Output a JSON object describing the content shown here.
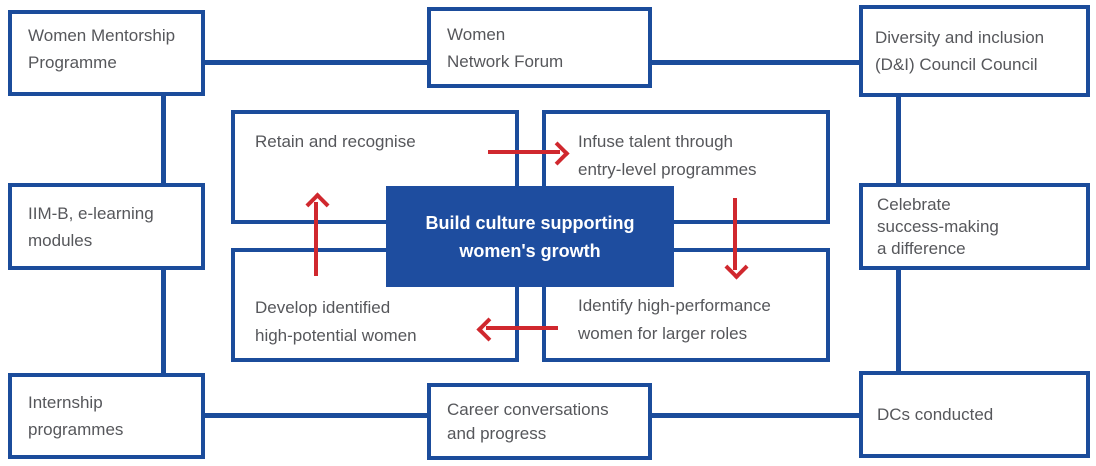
{
  "diagram": {
    "center_label": "Build culture supporting\nwomen's growth",
    "cycle": {
      "top_left": "Retain and recognise",
      "top_right": "Infuse talent through\nentry-level programmes",
      "bottom_right": "Identify high-performance\nwomen for larger roles",
      "bottom_left": "Develop identified\nhigh-potential women"
    },
    "outer": {
      "top_left": "Women Mentorship\nProgramme",
      "top_center": "Women\nNetwork Forum",
      "top_right": "Diversity and inclusion\n(D&I) Council Council",
      "mid_left": "IIM-B, e-learning\nmodules",
      "mid_right": "Celebrate\nsuccess-making\na difference",
      "bottom_left": "Internship\nprogrammes",
      "bottom_center": "Career conversations\nand progress",
      "bottom_right": "DCs conducted"
    }
  },
  "colors": {
    "line_blue": "#1b4c9b",
    "center_bg": "#1e4d9f",
    "center_text": "#ffffff",
    "arrow_red": "#d0282e",
    "text_gray": "#56575b",
    "box_bg": "#ffffff"
  }
}
